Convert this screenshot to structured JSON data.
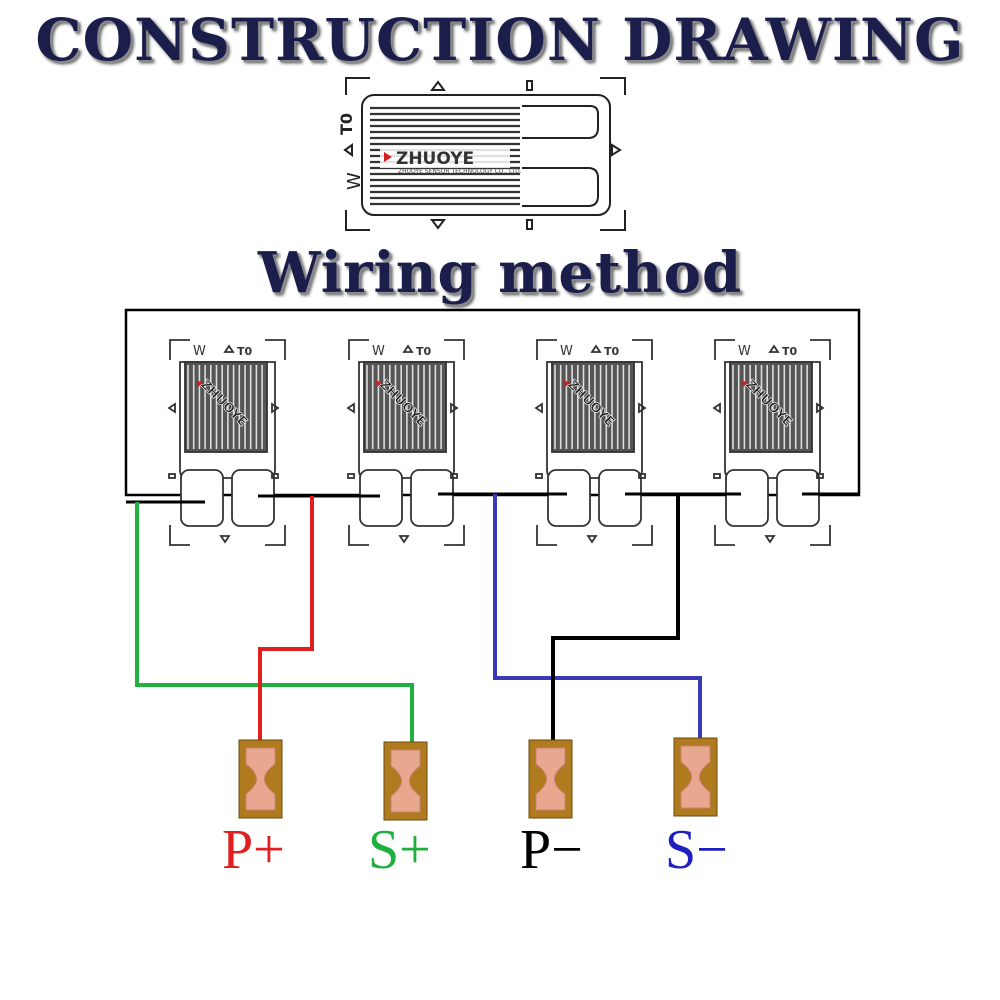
{
  "titles": {
    "main": "CONSTRUCTION DRAWING",
    "wiring": "Wiring method"
  },
  "gauge": {
    "brand": "ZHUOYE",
    "brand_subtext": "ZHUOYE SENSOR TECHNOLOGY CO., LTD.",
    "mark_t": "T0",
    "mark_w": "W"
  },
  "terminals": [
    {
      "label": "P+",
      "color": "#e02020"
    },
    {
      "label": "S+",
      "color": "#20b040"
    },
    {
      "label": "P−",
      "color": "#000000"
    },
    {
      "label": "S−",
      "color": "#2020c0"
    }
  ],
  "wire_colors": {
    "red": "#e02020",
    "green": "#20b040",
    "black": "#000000",
    "blue": "#3a3ab8"
  },
  "pad_colors": {
    "frame": "#b07a1e",
    "copper": "#e8a890"
  }
}
